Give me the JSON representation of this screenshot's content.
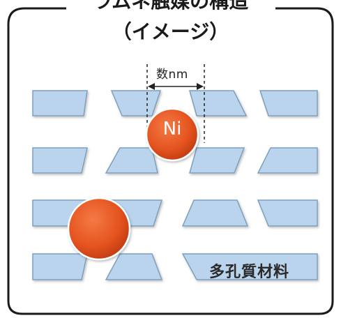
{
  "title": {
    "line1": "ラムネ触媒の構造",
    "line2": "（イメージ）"
  },
  "labels": {
    "scale": "数nm",
    "particle": "Ni",
    "material": "多孔質材料"
  },
  "colors": {
    "block_fill": "#b9d4ec",
    "block_stroke": "#7d9fbd",
    "particle": "#e8562a",
    "frame": "#1a1a1a"
  }
}
